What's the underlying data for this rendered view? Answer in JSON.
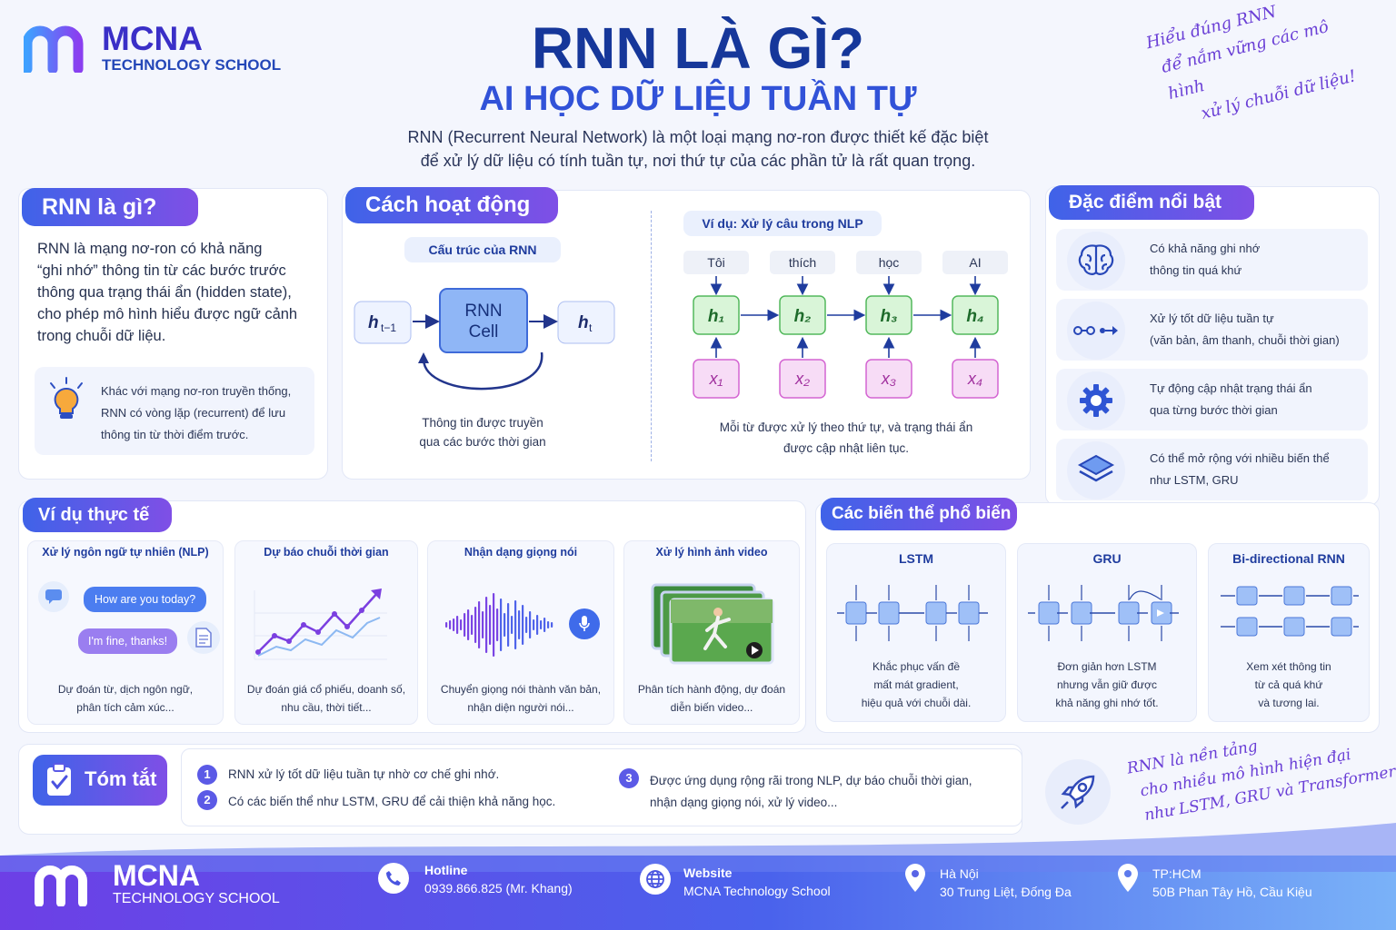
{
  "brand": {
    "name": "MCNA",
    "sub": "TECHNOLOGY SCHOOL"
  },
  "title": {
    "main": "RNN LÀ GÌ?",
    "sub": "AI HỌC DỮ LIỆU TUẦN TỰ"
  },
  "intro": {
    "line1": "RNN (Recurrent Neural Network) là một loại mạng nơ-ron được thiết kế đặc biệt",
    "line2": "để xử lý dữ liệu có tính tuần tự, nơi thứ tự của các phần tử là rất quan trọng."
  },
  "tagline": {
    "l1": "Hiểu đúng RNN",
    "l2": "để nắm vững các mô hình",
    "l3": "xử lý chuỗi dữ liệu!"
  },
  "what": {
    "title": "RNN là gì?",
    "l1": "RNN là mạng nơ-ron có khả năng",
    "l2": "“ghi nhớ” thông tin từ các bước trước",
    "l3": "thông qua trạng thái ẩn (hidden state),",
    "l4": "cho phép mô hình hiểu được ngữ cảnh",
    "l5": "trong chuỗi dữ liệu.",
    "note1": "Khác với mạng nơ-ron truyền thống,",
    "note2": "RNN có vòng lặp (recurrent) để lưu",
    "note3": "thông tin từ thời điểm trước."
  },
  "how": {
    "title": "Cách hoạt động",
    "struct": "Cấu trúc của RNN",
    "cell1": "RNN",
    "cell2": "Cell",
    "cap1": "Thông tin được truyền",
    "cap2": "qua các bước thời gian",
    "example": "Ví dụ: Xử lý câu trong NLP",
    "words": [
      "Tôi",
      "thích",
      "học",
      "AI"
    ],
    "foot1": "Mỗi từ được xử lý theo thứ tự, và trạng thái ẩn",
    "foot2": "được cập nhật liên tục."
  },
  "features": {
    "title": "Đặc điểm nổi bật",
    "items": [
      {
        "icon": "brain-icon",
        "l1": "Có khả năng ghi nhớ",
        "l2": "thông tin quá khứ"
      },
      {
        "icon": "sequence-icon",
        "l1": "Xử lý tốt dữ liệu tuần tự",
        "l2": "(văn bản, âm thanh, chuỗi thời gian)"
      },
      {
        "icon": "gear-icon",
        "l1": "Tự động cập nhật trạng thái ẩn",
        "l2": "qua từng bước thời gian"
      },
      {
        "icon": "layers-icon",
        "l1": "Có thể mở rộng với nhiều biến thể",
        "l2": "như LSTM, GRU"
      }
    ]
  },
  "examples": {
    "title": "Ví dụ thực tế",
    "items": [
      {
        "title": "Xử lý ngôn ngữ tự nhiên (NLP)",
        "l1": "Dự đoán từ, dịch ngôn ngữ,",
        "l2": "phân tích cảm xúc..."
      },
      {
        "title": "Dự báo chuỗi thời gian",
        "l1": "Dự đoán giá cổ phiếu, doanh số,",
        "l2": "nhu cầu, thời tiết..."
      },
      {
        "title": "Nhận dạng giọng nói",
        "l1": "Chuyển giọng nói thành văn bản,",
        "l2": "nhận diện người nói..."
      },
      {
        "title": "Xử lý hình ảnh video",
        "l1": "Phân tích hành động, dự đoán",
        "l2": "diễn biến video..."
      }
    ],
    "chat1": "How are you today?",
    "chat2": "I'm fine, thanks!"
  },
  "variants": {
    "title": "Các biến thể phổ biến",
    "items": [
      {
        "name": "LSTM",
        "l1": "Khắc phục vấn đề",
        "l2": "mất mát gradient,",
        "l3": "hiệu quả với chuỗi dài."
      },
      {
        "name": "GRU",
        "l1": "Đơn giản hơn LSTM",
        "l2": "nhưng vẫn giữ được",
        "l3": "khả năng ghi nhớ tốt."
      },
      {
        "name": "Bi-directional RNN",
        "l1": "Xem xét thông tin",
        "l2": "từ cả quá khứ",
        "l3": "và tương lai."
      }
    ]
  },
  "summary": {
    "title": "Tóm tắt",
    "p1": "RNN xử lý tốt dữ liệu tuần tự nhờ cơ chế ghi nhớ.",
    "p2": "Có các biến thể như LSTM, GRU để cải thiện khả năng học.",
    "p3a": "Được ứng dụng rộng rãi trong NLP, dự báo chuỗi thời gian,",
    "p3b": "nhận dạng giọng nói, xử lý video..."
  },
  "closing": {
    "l1": "RNN là nền tảng",
    "l2": "cho nhiều mô hình hiện đại",
    "l3": "như LSTM, GRU và Transformer!"
  },
  "footer": {
    "hotline_label": "Hotline",
    "hotline": "0939.866.825 (Mr. Khang)",
    "web_label": "Website",
    "web": "MCNA Technology School",
    "hn_label": "Hà Nội",
    "hn": "30 Trung Liệt, Đống Đa",
    "hcm_label": "TP:HCM",
    "hcm": "50B Phan Tây Hồ, Cầu Kiệu"
  },
  "colors": {
    "blue": "#2f55d4",
    "purple": "#7b4fe6",
    "green": "#47b85a",
    "pink": "#d865d6"
  }
}
